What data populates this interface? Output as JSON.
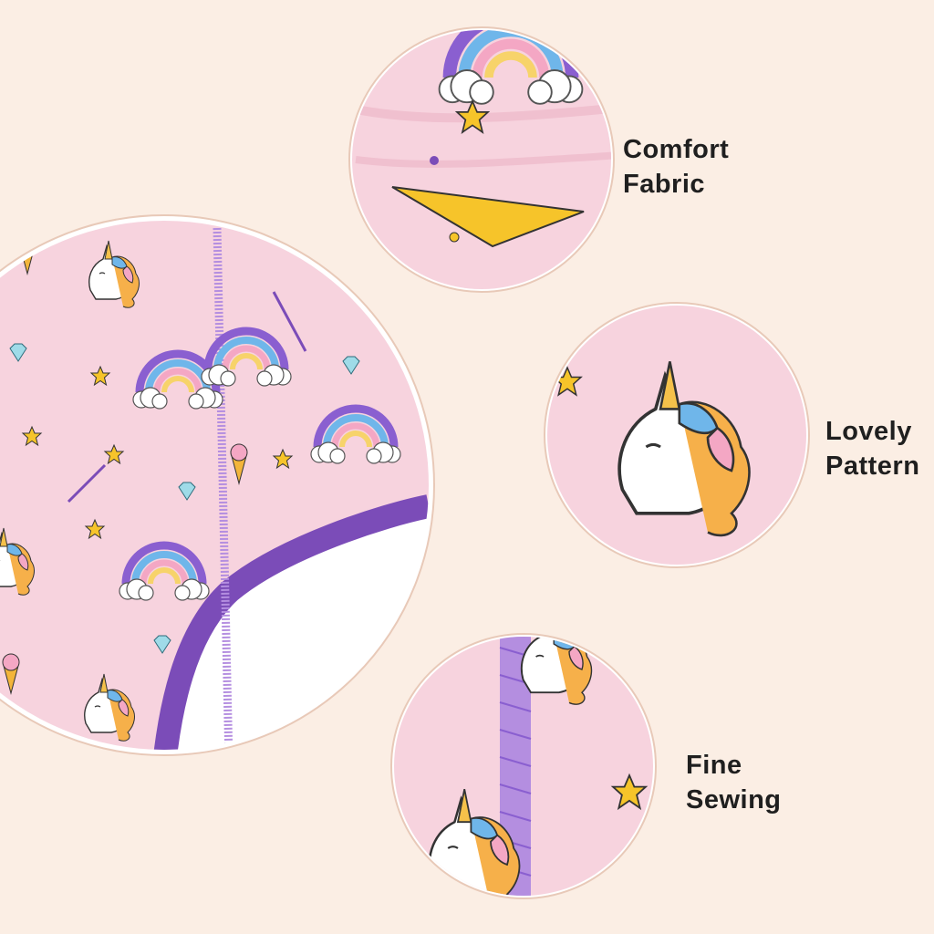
{
  "features": [
    {
      "id": "comfort",
      "lines": [
        "Comfort",
        "Fabric"
      ]
    },
    {
      "id": "lovely",
      "lines": [
        "Lovely",
        "Pattern"
      ]
    },
    {
      "id": "fine",
      "lines": [
        "Fine",
        "Sewing"
      ]
    }
  ],
  "colors": {
    "background": "#fbeee4",
    "fabric_pink": "#f7d3de",
    "trim_purple": "#7b4cb8",
    "stitch_lilac": "#b48ee0",
    "ring_border": "#e8c9b8",
    "star_yellow": "#f6c42a",
    "text": "#1f1f1f"
  },
  "icons": [
    "unicorn-icon",
    "rainbow-icon",
    "star-icon",
    "ice-cream-icon",
    "diamond-icon",
    "magic-wand-icon",
    "cloud-icon"
  ]
}
